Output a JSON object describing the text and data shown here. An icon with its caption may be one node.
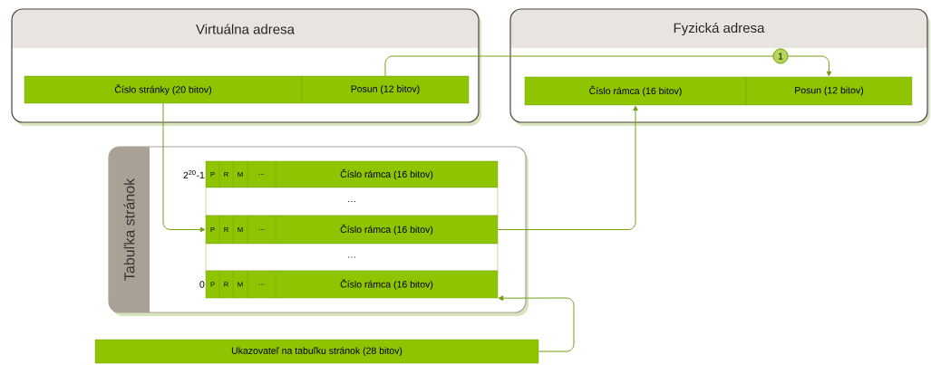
{
  "diagram": {
    "nodes": [
      {
        "text": [
          "Virtuálna adresa"
        ]
      },
      {
        "text": [
          "Číslo stránky (20 bitov)"
        ],
        "in": 0
      },
      {
        "text": [
          "Posun (12 bitov)"
        ],
        "in": 0
      },
      {
        "text": [
          "Fyzická adresa"
        ]
      },
      {
        "text": [
          "Číslo rámca (16 bitov)"
        ],
        "in": 3
      },
      {
        "text": [
          "Posun (12 bitov)"
        ],
        "in": 3
      },
      {
        "text": [
          "Tabuľka stránok"
        ]
      },
      {
        "text": [
          "P",
          "R",
          "M",
          "…",
          "Číslo rámca (16 bitov)"
        ],
        "in": 6,
        "beside": [
          "2$^{20}$-1"
        ]
      },
      {
        "text": [
          "…"
        ],
        "in": 6
      },
      {
        "text": [
          "P",
          "R",
          "M",
          "…",
          "Číslo rámca (16 bitov)"
        ],
        "in": 6
      },
      {
        "text": [
          "…"
        ],
        "in": 6
      },
      {
        "text": [
          "P",
          "R",
          "M",
          "…",
          "Číslo rámca (16 bitov)"
        ],
        "in": 6,
        "beside": [
          "0"
        ]
      },
      {
        "text": [
          "Ukazovateľ na tabuľku stránok (28 bitov)"
        ]
      }
    ],
    "edges": [
      {
        "from": 1,
        "to": 9,
        "arrow": "to"
      },
      {
        "from": 9,
        "to": 4,
        "arrow": "to"
      },
      {
        "from": 12,
        "to": 11,
        "arrow": "to"
      },
      {
        "from": 2,
        "to": 5,
        "arrow": "to",
        "label": "1"
      }
    ]
  }
}
